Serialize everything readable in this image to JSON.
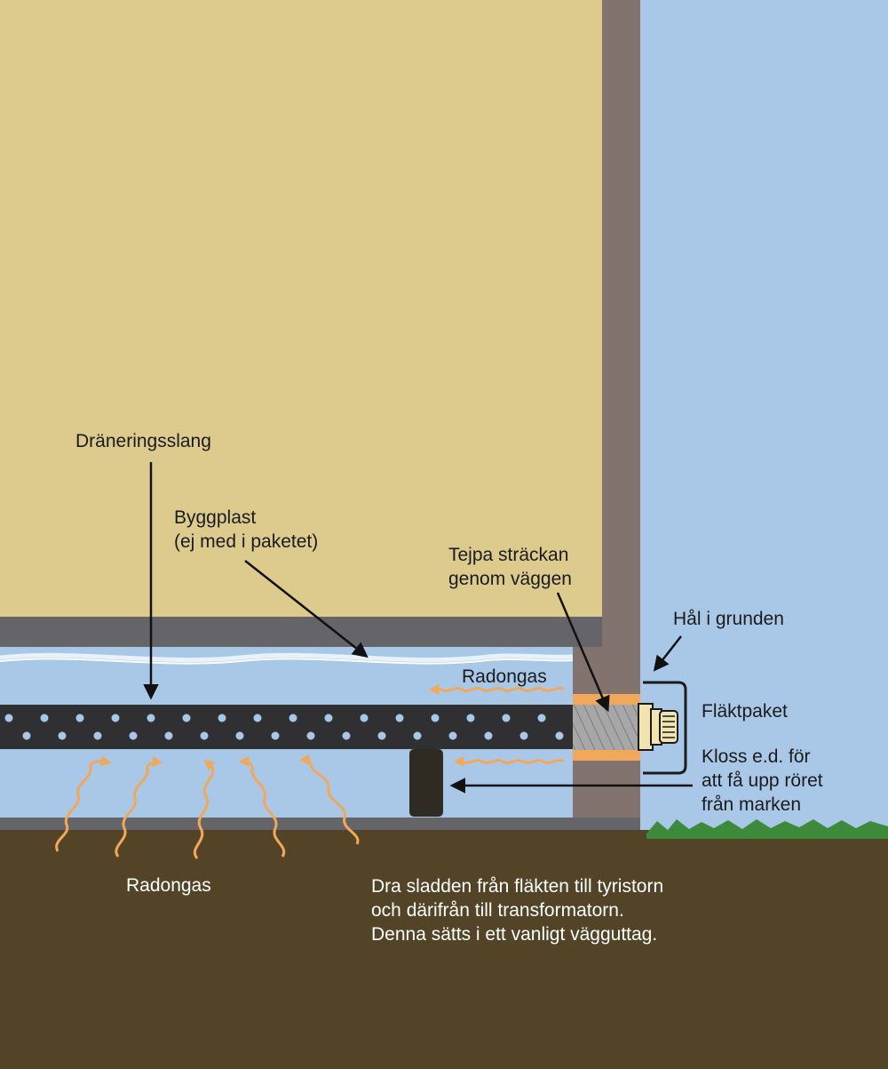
{
  "labels": {
    "draneringsslang": "Dräneringsslang",
    "byggplast_line1": "Byggplast",
    "byggplast_line2": "(ej med i paketet)",
    "tejpa_line1": "Tejpa sträckan",
    "tejpa_line2": "genom väggen",
    "hal_i_grunden": "Hål i grunden",
    "flaktpaket": "Fläktpaket",
    "radongas_pipe": "Radongas",
    "kloss_line1": "Kloss e.d. för",
    "kloss_line2": "att få upp röret",
    "kloss_line3": "från marken",
    "radongas_ground": "Radongas",
    "instruction_line1": "Dra sladden från fläkten till tyristorn",
    "instruction_line2": "och därifrån till transformatorn.",
    "instruction_line3": "Denna sätts i ett vanligt vägguttag."
  },
  "colors": {
    "floor_fill": "#dccb8d",
    "slab": "#646469",
    "wall": "#82736e",
    "sky": "#a9c8e8",
    "crawlspace": "#a9c8e8",
    "soil": "#544427",
    "pipe": "#303033",
    "pipe_holes": "#a9c8e8",
    "radon_arrow": "#f2a85a",
    "grass": "#3d8a3a",
    "fan_body": "#f2e4b0",
    "tape": "#f2a85a",
    "duct": "#a7a7a7",
    "block": "#2f2b22"
  },
  "icons": [
    "radon-wave-arrow",
    "pointer-arrow",
    "fan-icon",
    "grass-icon"
  ]
}
